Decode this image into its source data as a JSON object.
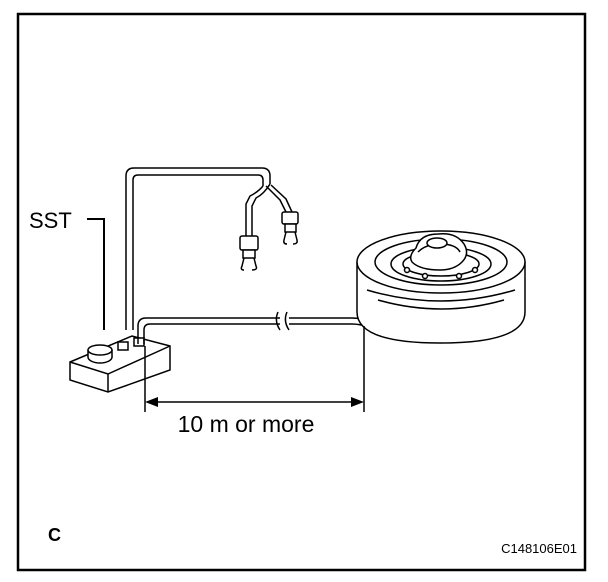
{
  "labels": {
    "sst": "SST",
    "distance": "10 m or more",
    "corner_letter": "C",
    "figure_code": "C148106E01"
  },
  "colors": {
    "ink": "#000000",
    "background": "#ffffff"
  }
}
